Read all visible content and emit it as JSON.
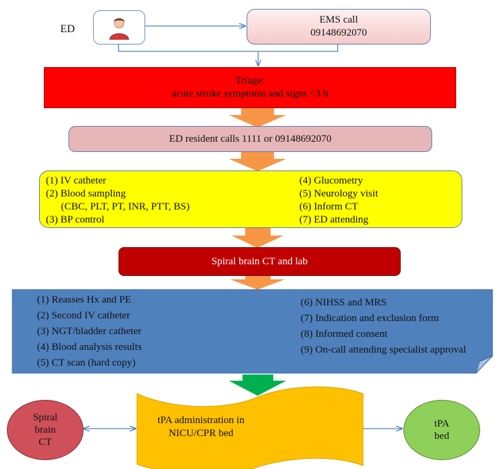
{
  "ed_label": "ED",
  "ems": {
    "line1": "EMS call",
    "line2": "09148692070"
  },
  "triage": {
    "line1": "Triage:",
    "line2": "acute stroke symptoms and signs <3 h"
  },
  "resident_call": "ED resident calls 1111 or 09148692070",
  "initial_steps": {
    "left": [
      "(1) IV catheter",
      "(2) Blood sampling",
      "(CBC, PLT, PT, INR, PTT, BS)",
      "(3) BP control"
    ],
    "right": [
      "(4) Glucometry",
      "(5) Neurology visit",
      "(6) Inform CT",
      "(7) ED attending"
    ]
  },
  "ct_lab": "Spiral brain CT and lab",
  "assessment_steps": {
    "left": [
      "(1) Reasses Hx and PE",
      "(2) Second IV catheter",
      "(3) NGT/bladder catheter",
      "(4) Blood analysis results",
      "(5) CT scan (hard copy)"
    ],
    "right": [
      "(6) NIHSS and MRS",
      "(7) Indication and exclusion form",
      "(8) Informed consent",
      "(9) On-call attending specialist approval"
    ]
  },
  "spiral_ct_node": [
    "Spiral",
    "brain",
    "CT"
  ],
  "tpa_admin": {
    "line1": "tPA administration in",
    "line2": "NICU/CPR bed"
  },
  "tpa_bed": [
    "tPA",
    "bed"
  ],
  "colors": {
    "triage": "#ff0000",
    "ems_box": "#f6c9c9",
    "resident_box": "#e6b6b8",
    "yellow_box": "#ffff00",
    "ct_box": "#c00000",
    "blue_doc": "#4f81bd",
    "tpa_wave": "#ffc000",
    "arrow_orange": "#f79646",
    "arrow_green": "#00b050",
    "ellipse_red": "#d0505a",
    "ellipse_green": "#8fd05a",
    "connector": "#4f81bd"
  },
  "icons": {
    "person": "person-icon"
  }
}
